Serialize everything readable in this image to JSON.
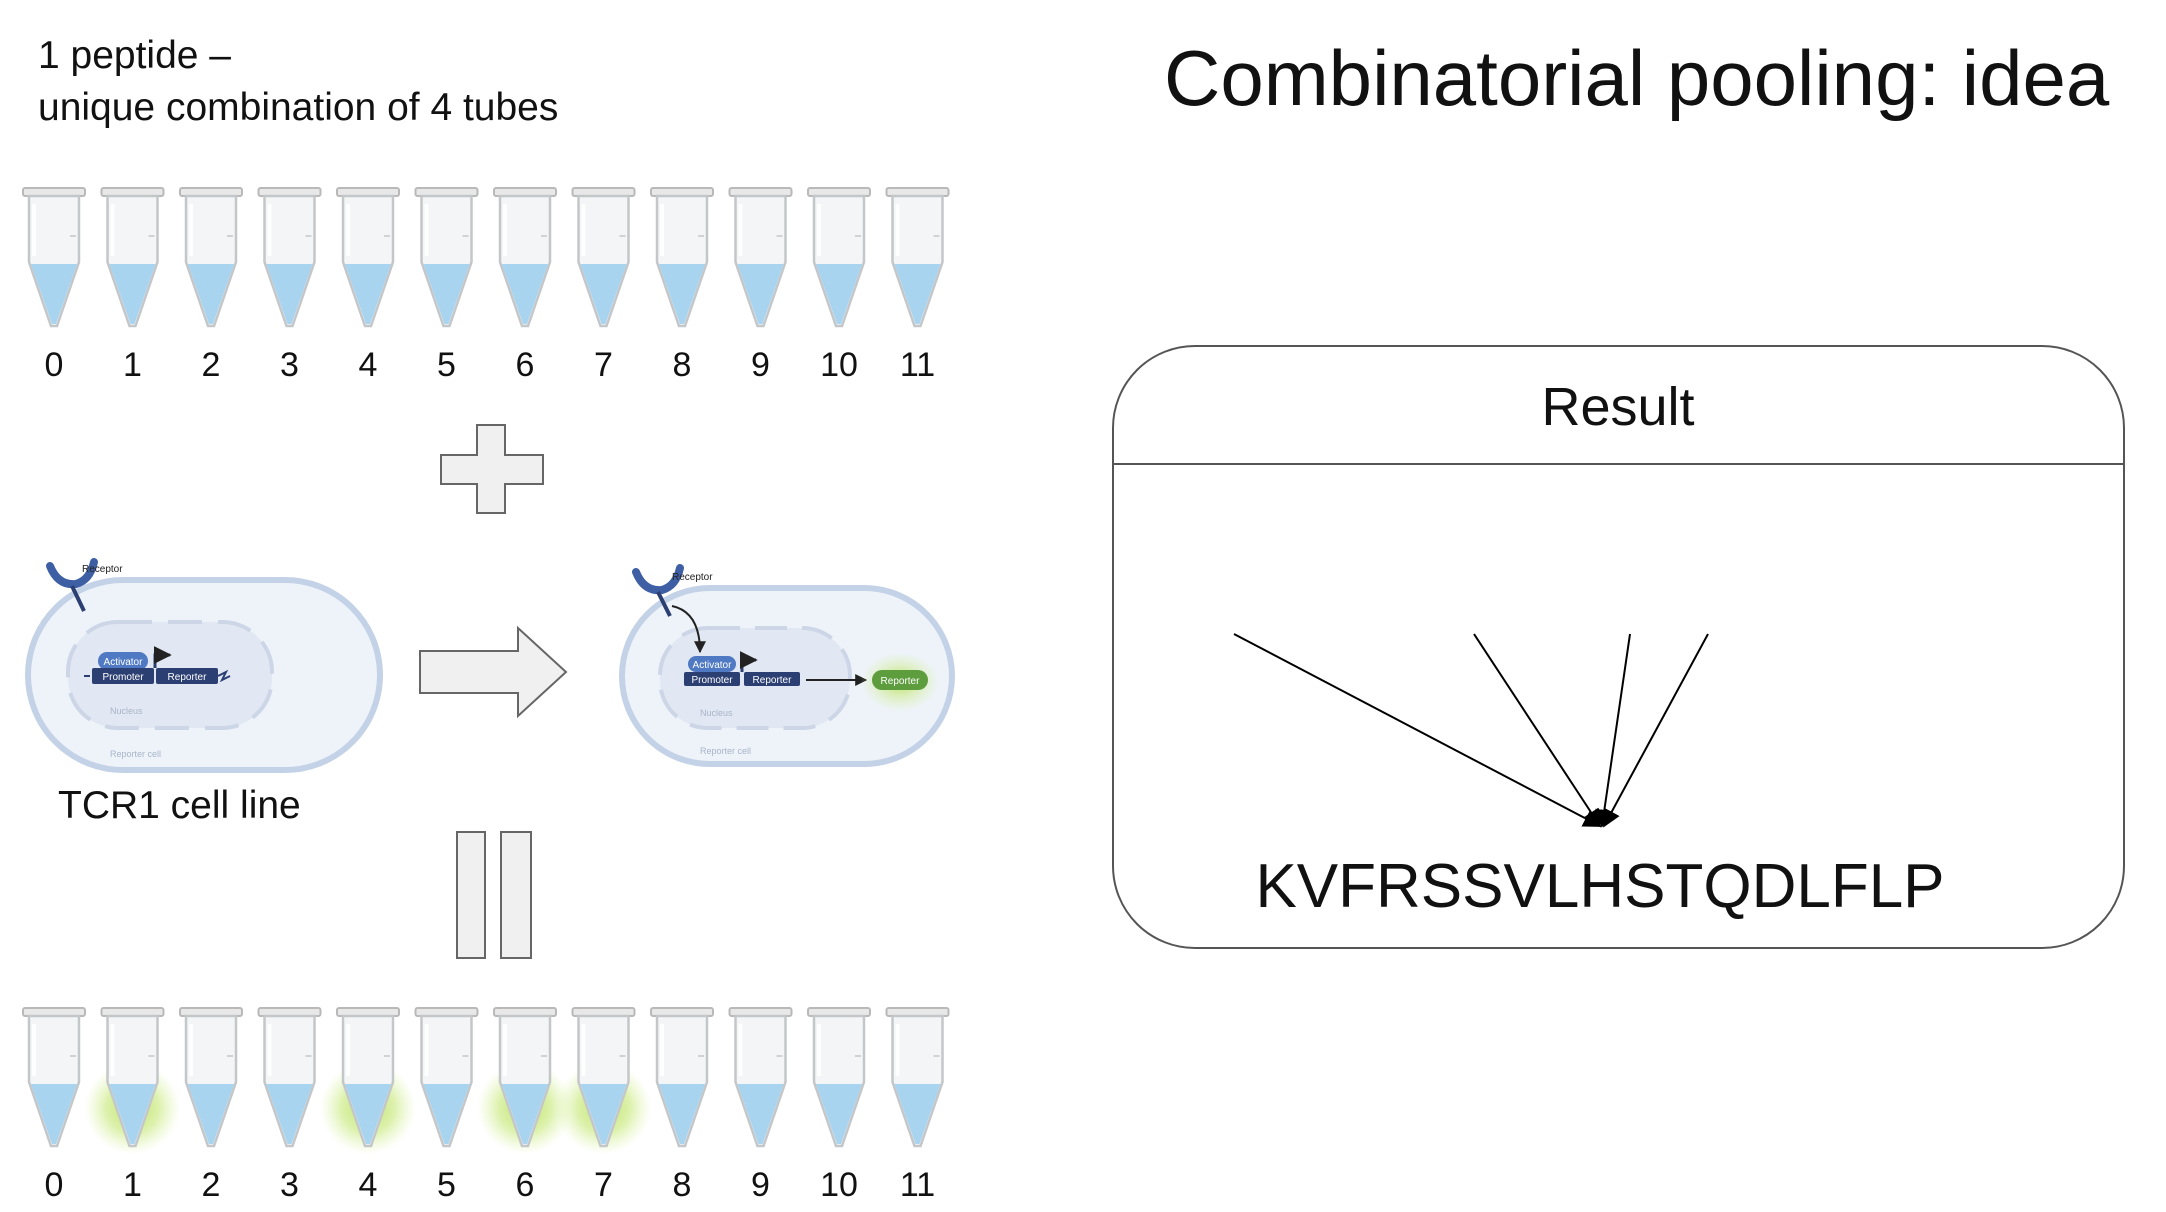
{
  "subtitle": {
    "line1": "1 peptide –",
    "line2": "unique combination of 4 tubes"
  },
  "title": "Combinatorial pooling: idea",
  "tubes": {
    "labels": [
      "0",
      "1",
      "2",
      "3",
      "4",
      "5",
      "6",
      "7",
      "8",
      "9",
      "10",
      "11"
    ],
    "highlighted": [
      "1",
      "4",
      "6",
      "7"
    ]
  },
  "cell_left": {
    "receptor": "Receptor",
    "activator": "Activator",
    "promoter": "Promoter",
    "reporter": "Reporter",
    "nucleus": "Nucleus",
    "cell": "Reporter cell",
    "caption": "TCR1 cell line"
  },
  "cell_right": {
    "receptor": "Receptor",
    "activator": "Activator",
    "promoter": "Promoter",
    "reporter": "Reporter",
    "nucleus": "Nucleus",
    "cell": "Reporter cell",
    "output": "Reporter"
  },
  "result": {
    "title": "Result",
    "peptide": "KVFRSSVLHSTQDLFLP"
  },
  "colors": {
    "tube_liquid": "#a9d4ef",
    "glow": "#b8e05a",
    "activated_reporter": "#5e9d3e",
    "dna_box": "#2c3f73",
    "activator": "#4f79c3"
  }
}
